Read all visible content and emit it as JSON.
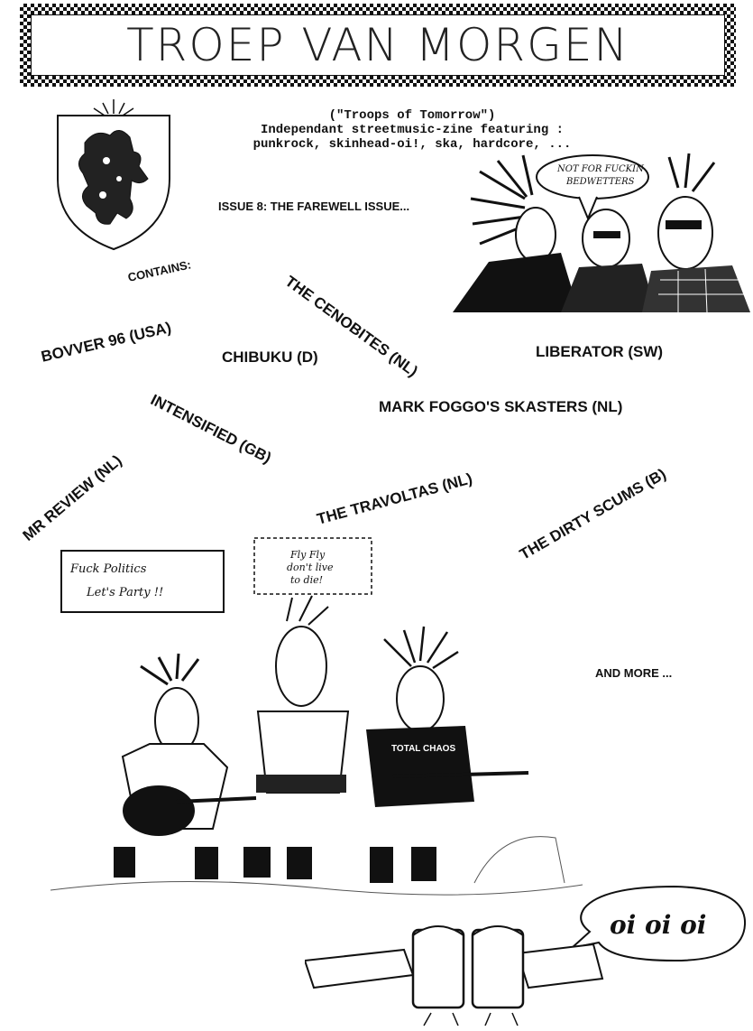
{
  "header": {
    "title": "TROEP VAN MORGEN"
  },
  "intro": {
    "subtitle": "(\"Troops of Tomorrow\")",
    "line1": "Independant streetmusic-zine featuring :",
    "line2": "punkrock, skinhead-oi!, ska, hardcore, ..."
  },
  "issue": "ISSUE 8: THE FAREWELL ISSUE...",
  "contains_label": "CONTAINS:",
  "bands": [
    "THE CENOBITES (NL)",
    "BOVVER 96 (USA)",
    "CHIBUKU (D)",
    "LIBERATOR (SW)",
    "INTENSIFIED (GB)",
    "MARK FOGGO'S SKASTERS (NL)",
    "MR REVIEW (NL)",
    "THE TRAVOLTAS (NL)",
    "THE DIRTY SCUMS (B)"
  ],
  "and_more": "AND MORE ...",
  "illustrations": {
    "speech_bubble_top": "NOT FOR FUCKIN BEDWETTERS",
    "sign": "Fuck Politics Let's Party !!",
    "speech_bubble_band": "Fly Fly don't live to die!",
    "tshirt": "TOTAL CHAOS",
    "oi_bubble": "oi oi oi"
  },
  "icons": [
    "crest-lion-icon",
    "punk-trio-illustration",
    "band-illustration",
    "beer-toast-illustration"
  ]
}
